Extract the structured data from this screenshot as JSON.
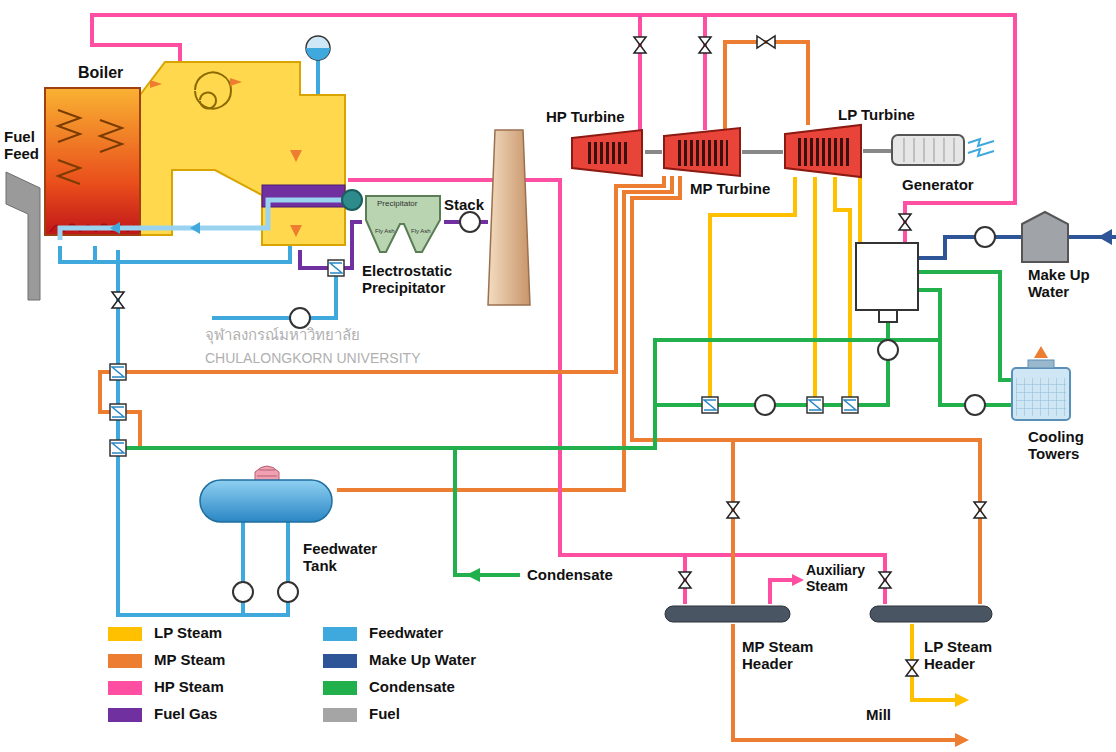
{
  "diagram": {
    "nodes": [
      {
        "text": [
          "Fuel Feed"
        ]
      },
      {
        "text": [
          "Boiler"
        ]
      },
      {
        "text": [
          "Electrostatic Precipitator"
        ]
      },
      {
        "text": [
          "Stack"
        ]
      },
      {
        "text": [
          "HP Turbine"
        ]
      },
      {
        "text": [
          "MP Turbine"
        ]
      },
      {
        "text": [
          "LP Turbine"
        ]
      },
      {
        "text": [
          "Generator"
        ]
      },
      {
        "text": [
          "Make Up Water"
        ]
      },
      {
        "text": [
          "Cooling Towers"
        ]
      },
      {
        "text": [
          "Feedwater Tank"
        ]
      },
      {
        "text": [
          "MP Steam Header"
        ]
      },
      {
        "text": [
          "LP Steam Header"
        ]
      }
    ],
    "edges": [
      {
        "from": 1,
        "to": 4,
        "arrow": "none"
      },
      {
        "from": 1,
        "to": 5,
        "arrow": "none"
      },
      {
        "from": 5,
        "to": 6,
        "arrow": "none"
      },
      {
        "from": 6,
        "to": 7,
        "arrow": "none"
      },
      {
        "from": 1,
        "to": 2,
        "arrow": "none"
      },
      {
        "from": 2,
        "to": 3,
        "arrow": "none"
      },
      {
        "from": 10,
        "to": 1,
        "arrow": "none"
      },
      {
        "from": 5,
        "to": 10,
        "arrow": "none"
      },
      {
        "from": 1,
        "to": 11,
        "arrow": "none"
      },
      {
        "from": 1,
        "to": 12,
        "arrow": "none"
      },
      {
        "from": 5,
        "to": 11,
        "arrow": "none"
      },
      {
        "from": 5,
        "to": 12,
        "arrow": "none"
      },
      {
        "from": 4,
        "to": 5,
        "arrow": "none"
      }
    ],
    "labels": [
      "Precipitator",
      "Fly Ash",
      "Fly Ash",
      "Auxiliary Steam",
      "Condensate",
      "Mill",
      "จุฬาลงกรณ์มหาวิทยาลัย",
      "CHULALONGKORN UNIVERSITY"
    ],
    "legend": [
      {
        "text": "LP Steam",
        "color": "#FFC000"
      },
      {
        "text": "Feedwater",
        "color": "#3FA9DE"
      },
      {
        "text": "MP Steam",
        "color": "#ED7D31"
      },
      {
        "text": "Make Up Water",
        "color": "#2E5597"
      },
      {
        "text": "HP Steam",
        "color": "#FF4FA3"
      },
      {
        "text": "Condensate",
        "color": "#21B04B"
      },
      {
        "text": "Fuel Gas",
        "color": "#7030A0"
      },
      {
        "text": "Fuel",
        "color": "#A5A5A5"
      }
    ]
  }
}
